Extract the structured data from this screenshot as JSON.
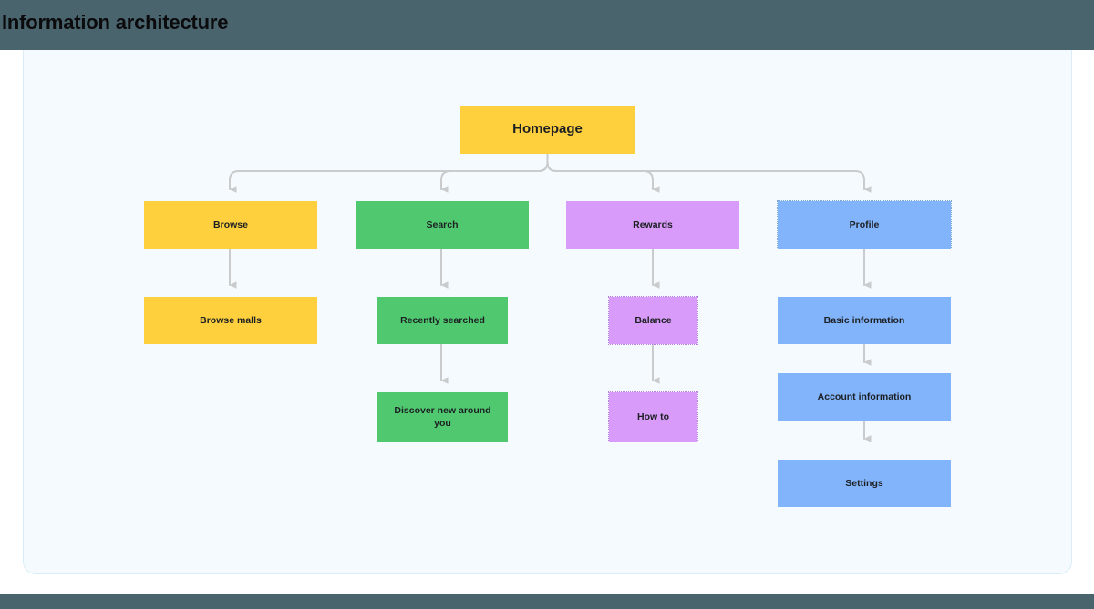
{
  "header": {
    "title": "Information architecture",
    "bar_color": "#4a646d",
    "title_color": "#0b0b0d"
  },
  "canvas": {
    "background": "#f4fafd",
    "border_color": "#d9ecf7"
  },
  "palette": {
    "yellow": "#ffd03d",
    "green": "#4fc86f",
    "purple": "#d99bfa",
    "blue": "#82b4fc",
    "connector": "#c9cbcc",
    "text": "#1d2023"
  },
  "diagram": {
    "type": "tree",
    "root": {
      "label": "Homepage",
      "color": "yellow"
    },
    "branches": [
      {
        "color": "yellow",
        "nodes": [
          {
            "label": "Browse"
          },
          {
            "label": "Browse malls"
          }
        ]
      },
      {
        "color": "green",
        "nodes": [
          {
            "label": "Search"
          },
          {
            "label": "Recently searched"
          },
          {
            "label": "Discover new around you"
          }
        ]
      },
      {
        "color": "purple",
        "nodes": [
          {
            "label": "Rewards"
          },
          {
            "label": "Balance",
            "selected": true
          },
          {
            "label": "How to",
            "selected": true
          }
        ]
      },
      {
        "color": "blue",
        "nodes": [
          {
            "label": "Profile",
            "selected": true
          },
          {
            "label": "Basic information"
          },
          {
            "label": "Account information"
          },
          {
            "label": "Settings"
          }
        ]
      }
    ],
    "nodes": {
      "homepage": "Homepage",
      "browse": "Browse",
      "browse_malls": "Browse malls",
      "search": "Search",
      "recently_searched": "Recently searched",
      "discover_new": "Discover new around you",
      "rewards": "Rewards",
      "balance": "Balance",
      "how_to": "How to",
      "profile": "Profile",
      "basic_information": "Basic information",
      "account_information": "Account information",
      "settings": "Settings"
    }
  }
}
